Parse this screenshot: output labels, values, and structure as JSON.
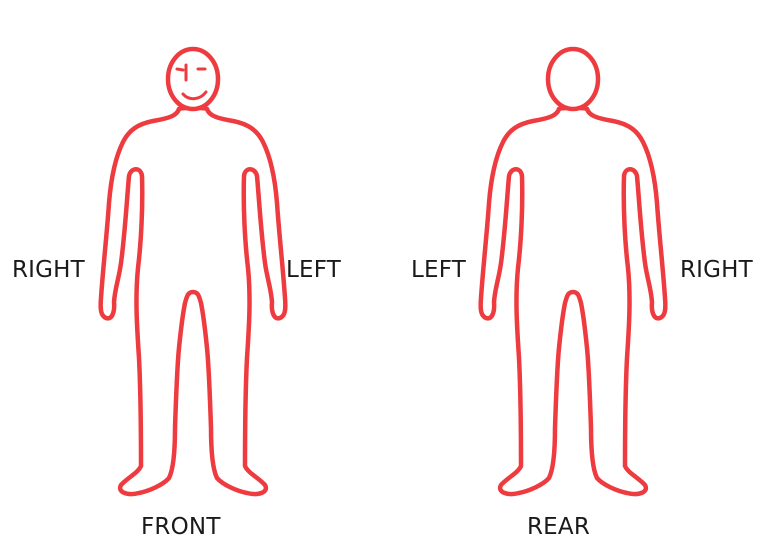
{
  "colors": {
    "outline": "#ee3b3f",
    "text": "#1a1a1a",
    "background": "#ffffff"
  },
  "front": {
    "view_label": "FRONT",
    "side_left_of_page": "RIGHT",
    "side_right_of_page": "LEFT",
    "has_face": true
  },
  "rear": {
    "view_label": "REAR",
    "side_left_of_page": "LEFT",
    "side_right_of_page": "RIGHT",
    "has_face": false
  }
}
